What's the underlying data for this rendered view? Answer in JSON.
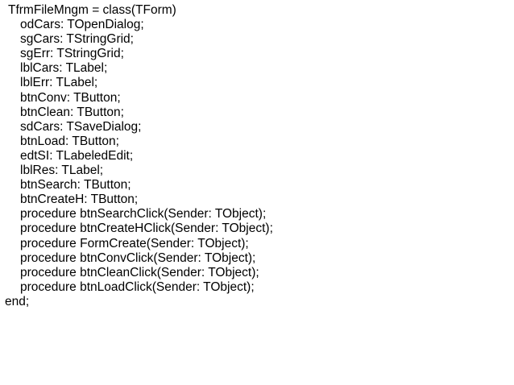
{
  "code": {
    "header": "TfrmFileMngm = class(TForm)",
    "members": [
      "odCars: TOpenDialog;",
      "sgCars: TStringGrid;",
      "sgErr: TStringGrid;",
      "lblCars: TLabel;",
      "lblErr: TLabel;",
      "btnConv: TButton;",
      "btnClean: TButton;",
      "sdCars: TSaveDialog;",
      "btnLoad: TButton;",
      "edtSI: TLabeledEdit;",
      "lblRes: TLabel;",
      "btnSearch: TButton;",
      "btnCreateH: TButton;",
      "procedure btnSearchClick(Sender: TObject);",
      "procedure btnCreateHClick(Sender: TObject);",
      "procedure FormCreate(Sender: TObject);",
      "procedure btnConvClick(Sender: TObject);",
      "procedure btnCleanClick(Sender: TObject);",
      "procedure btnLoadClick(Sender: TObject);"
    ],
    "footer": "end;"
  }
}
